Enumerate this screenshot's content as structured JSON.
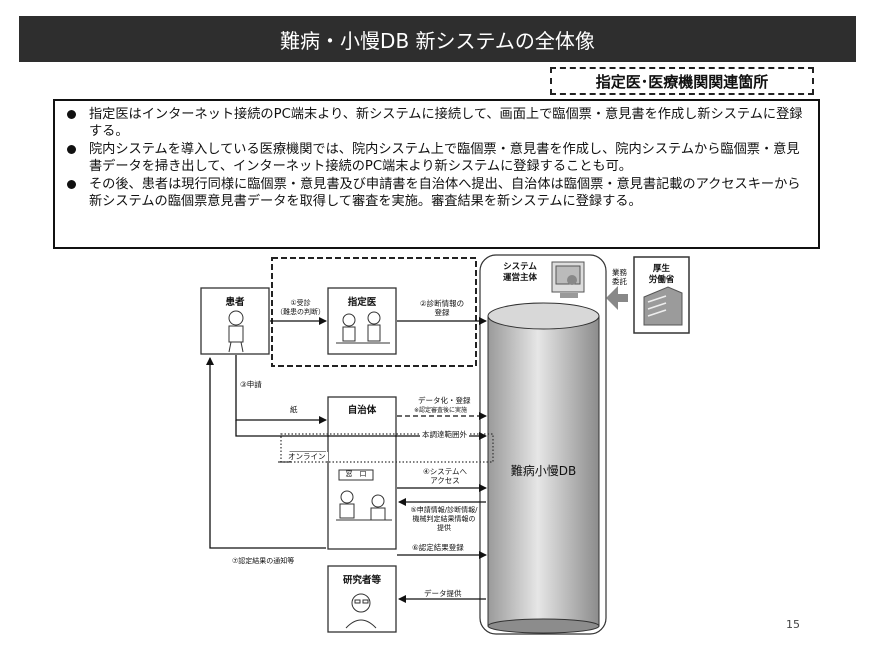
{
  "title": "難病・小慢DB 新システムの全体像",
  "section_label": "指定医･医療機関関連箇所",
  "bullets": [
    "指定医はインターネット接続のPC端末より、新システムに接続して、画面上で臨個票・意見書を作成し新システムに登録する。",
    "院内システムを導入している医療機関では、院内システム上で臨個票・意見書を作成し、院内システムから臨個票・意見書データを掃き出して、インターネット接続のPC端末より新システムに登録することも可。",
    "その後、患者は現行同様に臨個票・意見書及び申請書を自治体へ提出、自治体は臨個票・意見書記載のアクセスキーから新システムの臨個票意見書データを取得して審査を実施。審査結果を新システムに登録する。"
  ],
  "diagram": {
    "patient": "患者",
    "doctor": "指定医",
    "municipality": "自治体",
    "researcher": "研究者等",
    "system_operator": "システム\n運営主体",
    "mhlw": "厚生\n労働省",
    "outsource": "業務\n委託",
    "db": "難病小慢DB",
    "counter": "窓　口",
    "step1": "①受診\n（難患の判断）",
    "step2": "②診断情報の\n登録",
    "step3": "③申請",
    "paper": "紙",
    "online": "オンライン",
    "data_register": "データ化・登録",
    "data_register_note": "※認定審査後に実施",
    "out_of_scope": "本調達範囲外",
    "step4": "④システムへ\nアクセス",
    "step5": "⑤申請情報/診断情報/\n機械判定結果情報の\n提供",
    "step6": "⑥認定結果登録",
    "step7": "⑦認定結果の通知等",
    "data_provide": "データ提供"
  },
  "page_number": "15"
}
